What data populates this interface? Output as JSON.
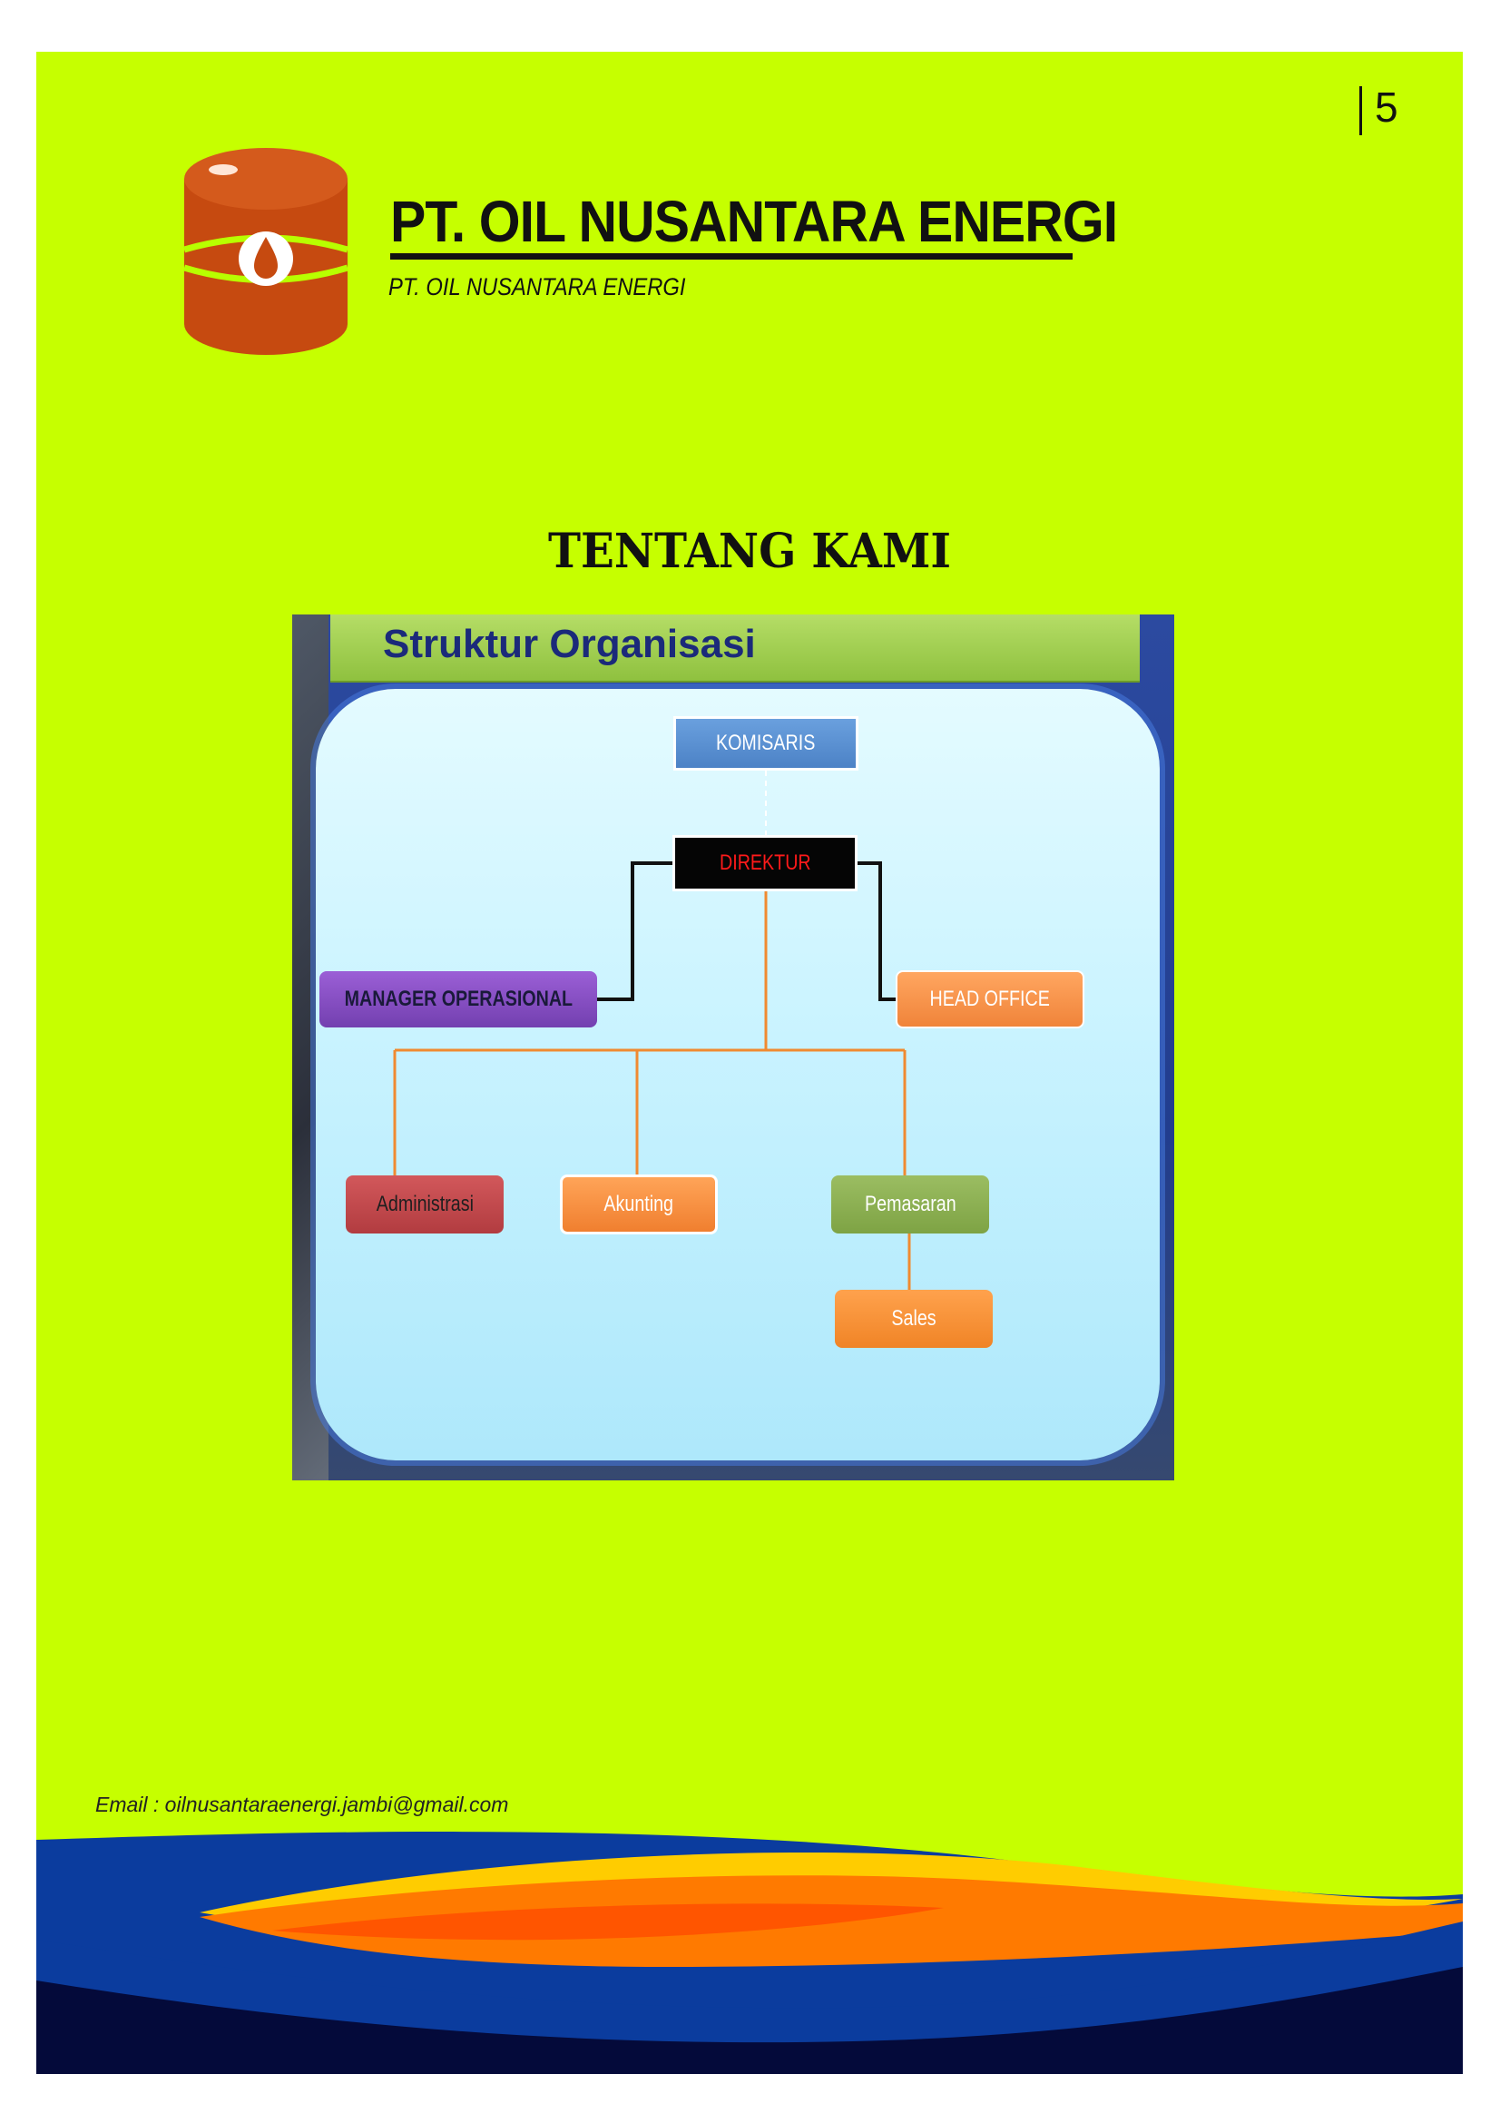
{
  "page_number": "5",
  "header": {
    "company_name": "PT. OIL NUSANTARA ENERGI",
    "company_subtitle": "PT. OIL NUSANTARA ENERGI"
  },
  "section_heading": "TENTANG KAMI",
  "org_chart": {
    "title": "Struktur Organisasi",
    "nodes": {
      "komisaris": "KOMISARIS",
      "direktur": "DIREKTUR",
      "manager_operasional": "MANAGER OPERASIONAL",
      "head_office": "HEAD OFFICE",
      "administrasi": "Administrasi",
      "akunting": "Akunting",
      "pemasaran": "Pemasaran",
      "sales": "Sales"
    }
  },
  "footer": {
    "email": "Email : oilnusantaraenergi.jambi@gmail.com"
  },
  "colors": {
    "page_background": "#c6ff00",
    "barrel": "#c64a10",
    "wave_blue": "#0b3c9e",
    "wave_navy": "#040a3a",
    "wave_orange": "#ff7a00",
    "wave_yellow": "#ffcc00"
  }
}
